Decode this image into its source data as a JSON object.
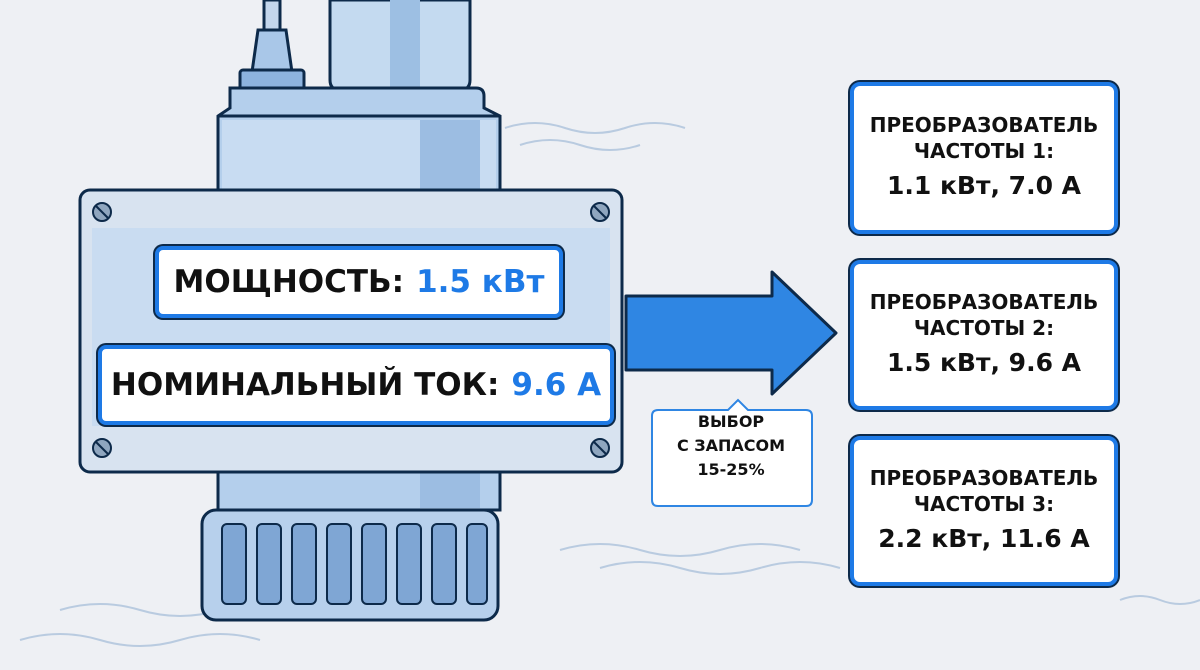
{
  "nameplate": {
    "power_label": "МОЩНОСТЬ:",
    "power_value": "1.5 кВт",
    "current_label": "НОМИНАЛЬНЫЙ ТОК:",
    "current_value": "9.6 А"
  },
  "selection_note": [
    "ВЫБОР",
    "С ЗАПАСОМ",
    "15-25%"
  ],
  "converters": [
    {
      "line1": "ПРЕОБРАЗОВАТЕЛЬ",
      "line2": "ЧАСТОТЫ 1:",
      "spec": "1.1 кВт, 7.0 А"
    },
    {
      "line1": "ПРЕОБРАЗОВАТЕЛЬ",
      "line2": "ЧАСТОТЫ 2:",
      "spec": "1.5 кВт, 9.6 А"
    },
    {
      "line1": "ПРЕОБРАЗОВАТЕЛЬ",
      "line2": "ЧАСТОТЫ 3:",
      "spec": "2.2 кВт, 11.6 А"
    }
  ],
  "colors": {
    "accent": "#1e7ae6",
    "outline": "#0d2a4a",
    "pump_body": "#a9c7e8",
    "background": "#eef0f4"
  }
}
